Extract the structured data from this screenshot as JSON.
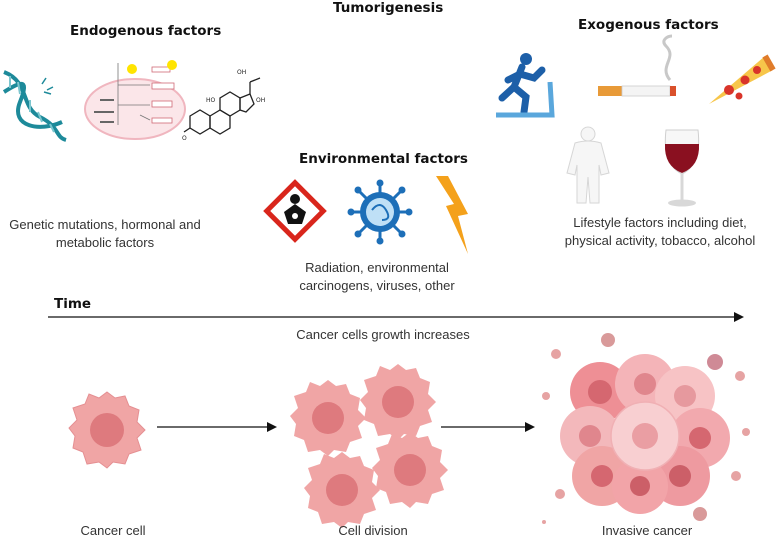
{
  "title": "Tumorigenesis",
  "endogenous": {
    "heading": "Endogenous factors",
    "caption_line1": "Genetic mutations, hormonal and",
    "caption_line2": "metabolic factors"
  },
  "environmental": {
    "heading": "Environmental factors",
    "caption_line1": "Radiation, environmental",
    "caption_line2": "carcinogens, viruses, other"
  },
  "exogenous": {
    "heading": "Exogenous factors",
    "caption_line1": "Lifestyle factors including diet,",
    "caption_line2": "physical activity, tobacco, alcohol"
  },
  "timeline": {
    "label": "Time",
    "caption": "Cancer cells growth increases"
  },
  "stages": {
    "stage1": "Cancer cell",
    "stage2": "Cell division",
    "stage3": "Invasive cancer"
  },
  "colors": {
    "cell_fill": "#f0a5a5",
    "cell_nucleus": "#de7a7e",
    "dna": "#1d8a9a",
    "hazard_red": "#d9261c",
    "virus_blue": "#1d6fb8",
    "bolt": "#f4a11b",
    "runner_blue": "#1d5fa8",
    "wine": "#8a1020"
  }
}
